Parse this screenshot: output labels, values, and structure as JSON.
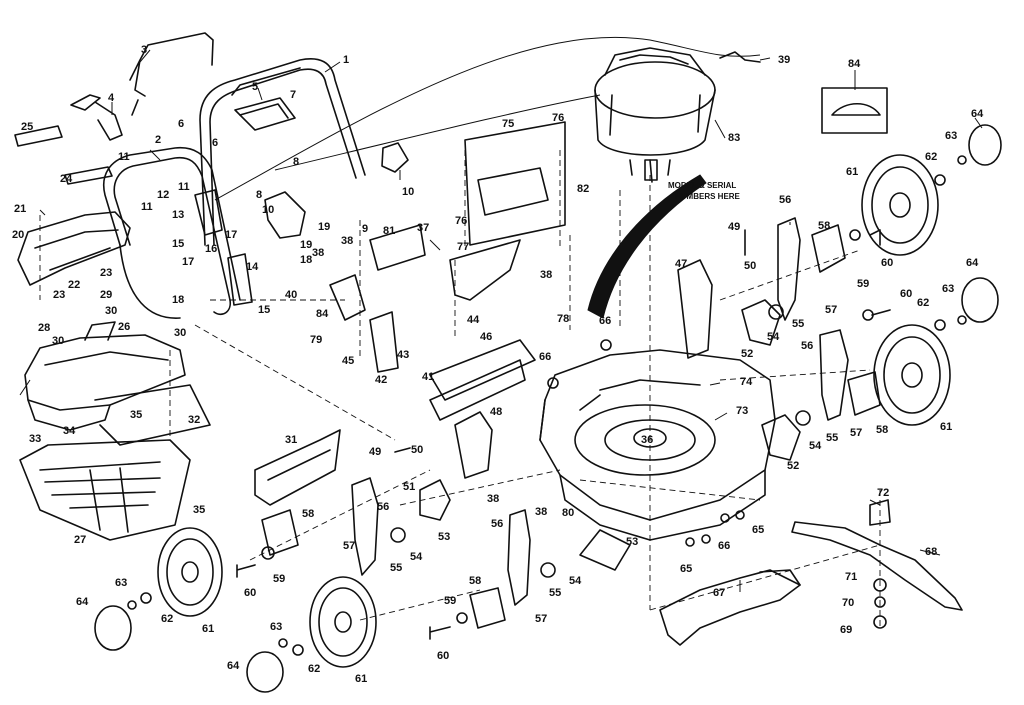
{
  "callouts": [
    {
      "id": "c1",
      "text": "1"
    },
    {
      "id": "c2",
      "text": "2"
    },
    {
      "id": "c3",
      "text": "3"
    },
    {
      "id": "c4",
      "text": "4"
    },
    {
      "id": "c5",
      "text": "5"
    },
    {
      "id": "c6a",
      "text": "6"
    },
    {
      "id": "c6b",
      "text": "6"
    },
    {
      "id": "c7",
      "text": "7"
    },
    {
      "id": "c8a",
      "text": "8"
    },
    {
      "id": "c8b",
      "text": "8"
    },
    {
      "id": "c9",
      "text": "9"
    },
    {
      "id": "c10a",
      "text": "10"
    },
    {
      "id": "c10b",
      "text": "10"
    },
    {
      "id": "c11a",
      "text": "11"
    },
    {
      "id": "c11b",
      "text": "11"
    },
    {
      "id": "c11c",
      "text": "11"
    },
    {
      "id": "c12",
      "text": "12"
    },
    {
      "id": "c13",
      "text": "13"
    },
    {
      "id": "c14",
      "text": "14"
    },
    {
      "id": "c15a",
      "text": "15"
    },
    {
      "id": "c15b",
      "text": "15"
    },
    {
      "id": "c16",
      "text": "16"
    },
    {
      "id": "c17a",
      "text": "17"
    },
    {
      "id": "c17b",
      "text": "17"
    },
    {
      "id": "c18a",
      "text": "18"
    },
    {
      "id": "c18b",
      "text": "18"
    },
    {
      "id": "c19a",
      "text": "19"
    },
    {
      "id": "c19b",
      "text": "19"
    },
    {
      "id": "c20",
      "text": "20"
    },
    {
      "id": "c21",
      "text": "21"
    },
    {
      "id": "c22",
      "text": "22"
    },
    {
      "id": "c23a",
      "text": "23"
    },
    {
      "id": "c23b",
      "text": "23"
    },
    {
      "id": "c24",
      "text": "24"
    },
    {
      "id": "c25",
      "text": "25"
    },
    {
      "id": "c26",
      "text": "26"
    },
    {
      "id": "c27",
      "text": "27"
    },
    {
      "id": "c28",
      "text": "28"
    },
    {
      "id": "c29",
      "text": "29"
    },
    {
      "id": "c30a",
      "text": "30"
    },
    {
      "id": "c30b",
      "text": "30"
    },
    {
      "id": "c30c",
      "text": "30"
    },
    {
      "id": "c31",
      "text": "31"
    },
    {
      "id": "c32",
      "text": "32"
    },
    {
      "id": "c33",
      "text": "33"
    },
    {
      "id": "c34",
      "text": "34"
    },
    {
      "id": "c35a",
      "text": "35"
    },
    {
      "id": "c35b",
      "text": "35"
    },
    {
      "id": "c36",
      "text": "36"
    },
    {
      "id": "c37",
      "text": "37"
    },
    {
      "id": "c38a",
      "text": "38"
    },
    {
      "id": "c38b",
      "text": "38"
    },
    {
      "id": "c38c",
      "text": "38"
    },
    {
      "id": "c38d",
      "text": "38"
    },
    {
      "id": "c38e",
      "text": "38"
    },
    {
      "id": "c39",
      "text": "39"
    },
    {
      "id": "c40",
      "text": "40"
    },
    {
      "id": "c41",
      "text": "41"
    },
    {
      "id": "c42",
      "text": "42"
    },
    {
      "id": "c43",
      "text": "43"
    },
    {
      "id": "c44",
      "text": "44"
    },
    {
      "id": "c45",
      "text": "45"
    },
    {
      "id": "c46",
      "text": "46"
    },
    {
      "id": "c47",
      "text": "47"
    },
    {
      "id": "c48",
      "text": "48"
    },
    {
      "id": "c49a",
      "text": "49"
    },
    {
      "id": "c49b",
      "text": "49"
    },
    {
      "id": "c50a",
      "text": "50"
    },
    {
      "id": "c50b",
      "text": "50"
    },
    {
      "id": "c51",
      "text": "51"
    },
    {
      "id": "c52a",
      "text": "52"
    },
    {
      "id": "c52b",
      "text": "52"
    },
    {
      "id": "c53a",
      "text": "53"
    },
    {
      "id": "c53b",
      "text": "53"
    },
    {
      "id": "c54a",
      "text": "54"
    },
    {
      "id": "c54b",
      "text": "54"
    },
    {
      "id": "c54c",
      "text": "54"
    },
    {
      "id": "c54d",
      "text": "54"
    },
    {
      "id": "c55a",
      "text": "55"
    },
    {
      "id": "c55b",
      "text": "55"
    },
    {
      "id": "c55c",
      "text": "55"
    },
    {
      "id": "c55d",
      "text": "55"
    },
    {
      "id": "c56a",
      "text": "56"
    },
    {
      "id": "c56b",
      "text": "56"
    },
    {
      "id": "c56c",
      "text": "56"
    },
    {
      "id": "c56d",
      "text": "56"
    },
    {
      "id": "c57a",
      "text": "57"
    },
    {
      "id": "c57b",
      "text": "57"
    },
    {
      "id": "c57c",
      "text": "57"
    },
    {
      "id": "c57d",
      "text": "57"
    },
    {
      "id": "c58a",
      "text": "58"
    },
    {
      "id": "c58b",
      "text": "58"
    },
    {
      "id": "c58c",
      "text": "58"
    },
    {
      "id": "c58d",
      "text": "58"
    },
    {
      "id": "c59a",
      "text": "59"
    },
    {
      "id": "c59b",
      "text": "59"
    },
    {
      "id": "c59c",
      "text": "59"
    },
    {
      "id": "c60a",
      "text": "60"
    },
    {
      "id": "c60b",
      "text": "60"
    },
    {
      "id": "c60c",
      "text": "60"
    },
    {
      "id": "c60d",
      "text": "60"
    },
    {
      "id": "c61a",
      "text": "61"
    },
    {
      "id": "c61b",
      "text": "61"
    },
    {
      "id": "c61c",
      "text": "61"
    },
    {
      "id": "c61d",
      "text": "61"
    },
    {
      "id": "c62a",
      "text": "62"
    },
    {
      "id": "c62b",
      "text": "62"
    },
    {
      "id": "c62c",
      "text": "62"
    },
    {
      "id": "c62d",
      "text": "62"
    },
    {
      "id": "c63a",
      "text": "63"
    },
    {
      "id": "c63b",
      "text": "63"
    },
    {
      "id": "c63c",
      "text": "63"
    },
    {
      "id": "c63d",
      "text": "63"
    },
    {
      "id": "c64a",
      "text": "64"
    },
    {
      "id": "c64b",
      "text": "64"
    },
    {
      "id": "c64c",
      "text": "64"
    },
    {
      "id": "c64d",
      "text": "64"
    },
    {
      "id": "c65a",
      "text": "65"
    },
    {
      "id": "c65b",
      "text": "65"
    },
    {
      "id": "c66a",
      "text": "66"
    },
    {
      "id": "c66b",
      "text": "66"
    },
    {
      "id": "c66c",
      "text": "66"
    },
    {
      "id": "c67",
      "text": "67"
    },
    {
      "id": "c68",
      "text": "68"
    },
    {
      "id": "c69",
      "text": "69"
    },
    {
      "id": "c70",
      "text": "70"
    },
    {
      "id": "c71",
      "text": "71"
    },
    {
      "id": "c72",
      "text": "72"
    },
    {
      "id": "c73",
      "text": "73"
    },
    {
      "id": "c74",
      "text": "74"
    },
    {
      "id": "c75",
      "text": "75"
    },
    {
      "id": "c76a",
      "text": "76"
    },
    {
      "id": "c76b",
      "text": "76"
    },
    {
      "id": "c77",
      "text": "77"
    },
    {
      "id": "c78",
      "text": "78"
    },
    {
      "id": "c79",
      "text": "79"
    },
    {
      "id": "c80",
      "text": "80"
    },
    {
      "id": "c81",
      "text": "81"
    },
    {
      "id": "c82",
      "text": "82"
    },
    {
      "id": "c83",
      "text": "83"
    },
    {
      "id": "c84a",
      "text": "84"
    },
    {
      "id": "c84b",
      "text": "84"
    }
  ],
  "note": {
    "line1": "MODEL & SERIAL",
    "line2": "NUMBERS HERE"
  }
}
